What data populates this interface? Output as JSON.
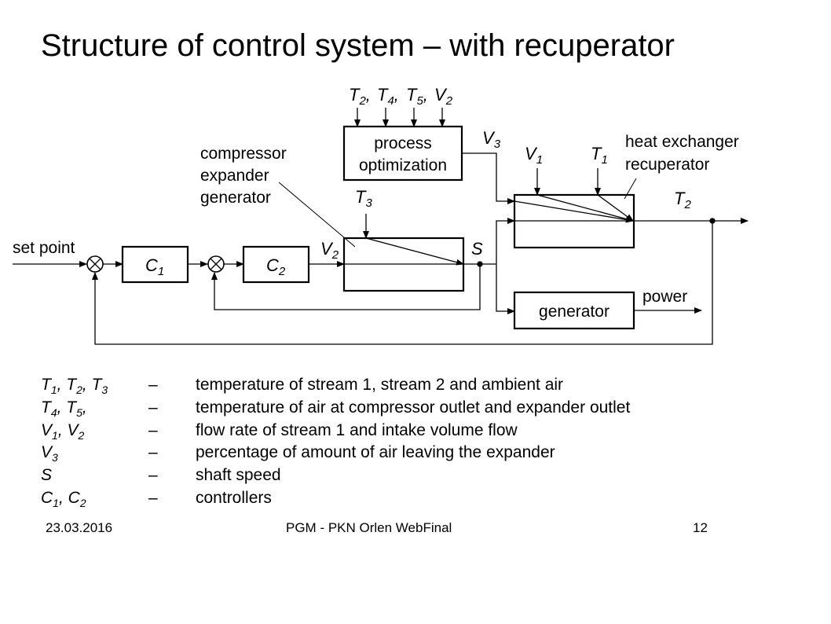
{
  "slide": {
    "title": "Structure of control system – with recuperator",
    "footer": {
      "date": "23.03.2016",
      "center": "PGM - PKN Orlen WebFinal",
      "page": "12"
    }
  },
  "diagram": {
    "blocks": {
      "c1": {
        "sym": "C",
        "sub": "1"
      },
      "c2": {
        "sym": "C",
        "sub": "2"
      },
      "process_optimization": [
        "process",
        "optimization"
      ],
      "generator": "generator"
    },
    "labels": {
      "set_point": "set point",
      "compressor_group": [
        "compressor",
        "expander",
        "generator"
      ],
      "heat_exchanger": [
        "heat exchanger",
        "recuperator"
      ],
      "power": "power",
      "opt_inputs": [
        {
          "sym": "T",
          "sub": "2",
          "sep": ","
        },
        {
          "sym": "T",
          "sub": "4",
          "sep": ","
        },
        {
          "sym": "T",
          "sub": "5",
          "sep": ","
        },
        {
          "sym": "V",
          "sub": "2",
          "sep": ""
        }
      ],
      "v2": {
        "sym": "V",
        "sub": "2"
      },
      "v3": {
        "sym": "V",
        "sub": "3"
      },
      "v1": {
        "sym": "V",
        "sub": "1"
      },
      "t1": {
        "sym": "T",
        "sub": "1"
      },
      "t2": {
        "sym": "T",
        "sub": "2"
      },
      "t3": {
        "sym": "T",
        "sub": "3"
      },
      "s": {
        "sym": "S",
        "sub": ""
      }
    }
  },
  "legend": [
    {
      "symbols": [
        {
          "s": "T",
          "i": "1",
          "sep": ", "
        },
        {
          "s": "T",
          "i": "2",
          "sep": ", "
        },
        {
          "s": "T",
          "i": "3",
          "sep": ""
        }
      ],
      "dash": "–",
      "description": "temperature of stream 1, stream 2 and ambient air"
    },
    {
      "symbols": [
        {
          "s": "T",
          "i": "4",
          "sep": ", "
        },
        {
          "s": "T",
          "i": "5",
          "sep": ","
        }
      ],
      "dash": "–",
      "description": "temperature of air at compressor outlet and expander outlet"
    },
    {
      "symbols": [
        {
          "s": "V",
          "i": "1",
          "sep": ", "
        },
        {
          "s": "V",
          "i": "2",
          "sep": ""
        }
      ],
      "dash": "–",
      "description": "flow rate of stream 1 and intake volume flow"
    },
    {
      "symbols": [
        {
          "s": "V",
          "i": "3",
          "sep": ""
        }
      ],
      "dash": "–",
      "description": "percentage of amount of air leaving the expander"
    },
    {
      "symbols": [
        {
          "s": "S",
          "i": "",
          "sep": ""
        }
      ],
      "dash": "–",
      "description": "shaft speed"
    },
    {
      "symbols": [
        {
          "s": "C",
          "i": "1",
          "sep": ", "
        },
        {
          "s": "C",
          "i": "2",
          "sep": ""
        }
      ],
      "dash": "–",
      "description": "controllers"
    }
  ]
}
